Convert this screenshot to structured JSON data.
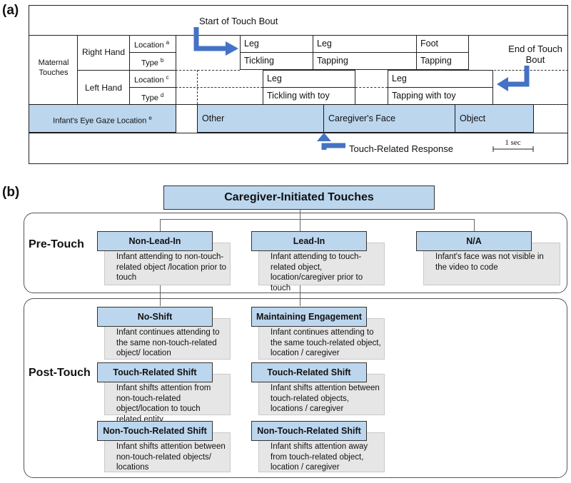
{
  "panel_a": {
    "label": "(a)",
    "start_label": "Start of Touch Bout",
    "end_label": "End of Touch Bout",
    "maternal_touches": "Maternal Touches",
    "right_hand": "Right Hand",
    "left_hand": "Left Hand",
    "location": "Location",
    "type": "Type",
    "sup_a": "a",
    "sup_b": "b",
    "sup_c": "c",
    "sup_d": "d",
    "sup_e": "e",
    "right_cells": [
      {
        "location": "Leg",
        "type": "Tickling"
      },
      {
        "location": "Leg",
        "type": "Tapping"
      },
      {
        "location": "Foot",
        "type": "Tapping"
      }
    ],
    "left_cells": [
      {
        "location": "Leg",
        "type": "Tickling with toy"
      },
      {
        "location": "Leg",
        "type": "Tapping with toy"
      }
    ],
    "gaze_label": "Infant's Eye Gaze Location",
    "gaze_cells": [
      "Other",
      "Caregiver's Face",
      "Object"
    ],
    "touch_related_response": "Touch-Related Response",
    "scale_label": "1 sec",
    "colors": {
      "fill": "#bcd6ee",
      "arrow": "#4472c4"
    }
  },
  "panel_b": {
    "label": "(b)",
    "title": "Caregiver-Initiated Touches",
    "pre_touch": "Pre-Touch",
    "post_touch": "Post-Touch",
    "pre": [
      {
        "header": "Non-Lead-In",
        "desc": "Infant attending to non-touch-related object /location prior to touch"
      },
      {
        "header": "Lead-In",
        "desc": "Infant attending to touch-related object, location/caregiver prior to touch"
      },
      {
        "header": "N/A",
        "desc": "Infant's face was not visible in the video to code"
      }
    ],
    "post_left": [
      {
        "header": "No-Shift",
        "desc": "Infant continues attending to the same non-touch-related object/ location"
      },
      {
        "header": "Touch-Related Shift",
        "desc": "Infant shifts attention from non-touch-related object/location to touch related entity"
      },
      {
        "header": "Non-Touch-Related Shift",
        "desc": "Infant shifts attention between non-touch-related objects/ locations"
      }
    ],
    "post_right": [
      {
        "header": "Maintaining Engagement",
        "desc": "Infant continues attending to the same touch-related object, location / caregiver"
      },
      {
        "header": "Touch-Related Shift",
        "desc": "Infant shifts attention between touch-related objects, locations / caregiver"
      },
      {
        "header": "Non-Touch-Related Shift",
        "desc": "Infant shifts attention away from touch-related object, location / caregiver"
      }
    ]
  }
}
